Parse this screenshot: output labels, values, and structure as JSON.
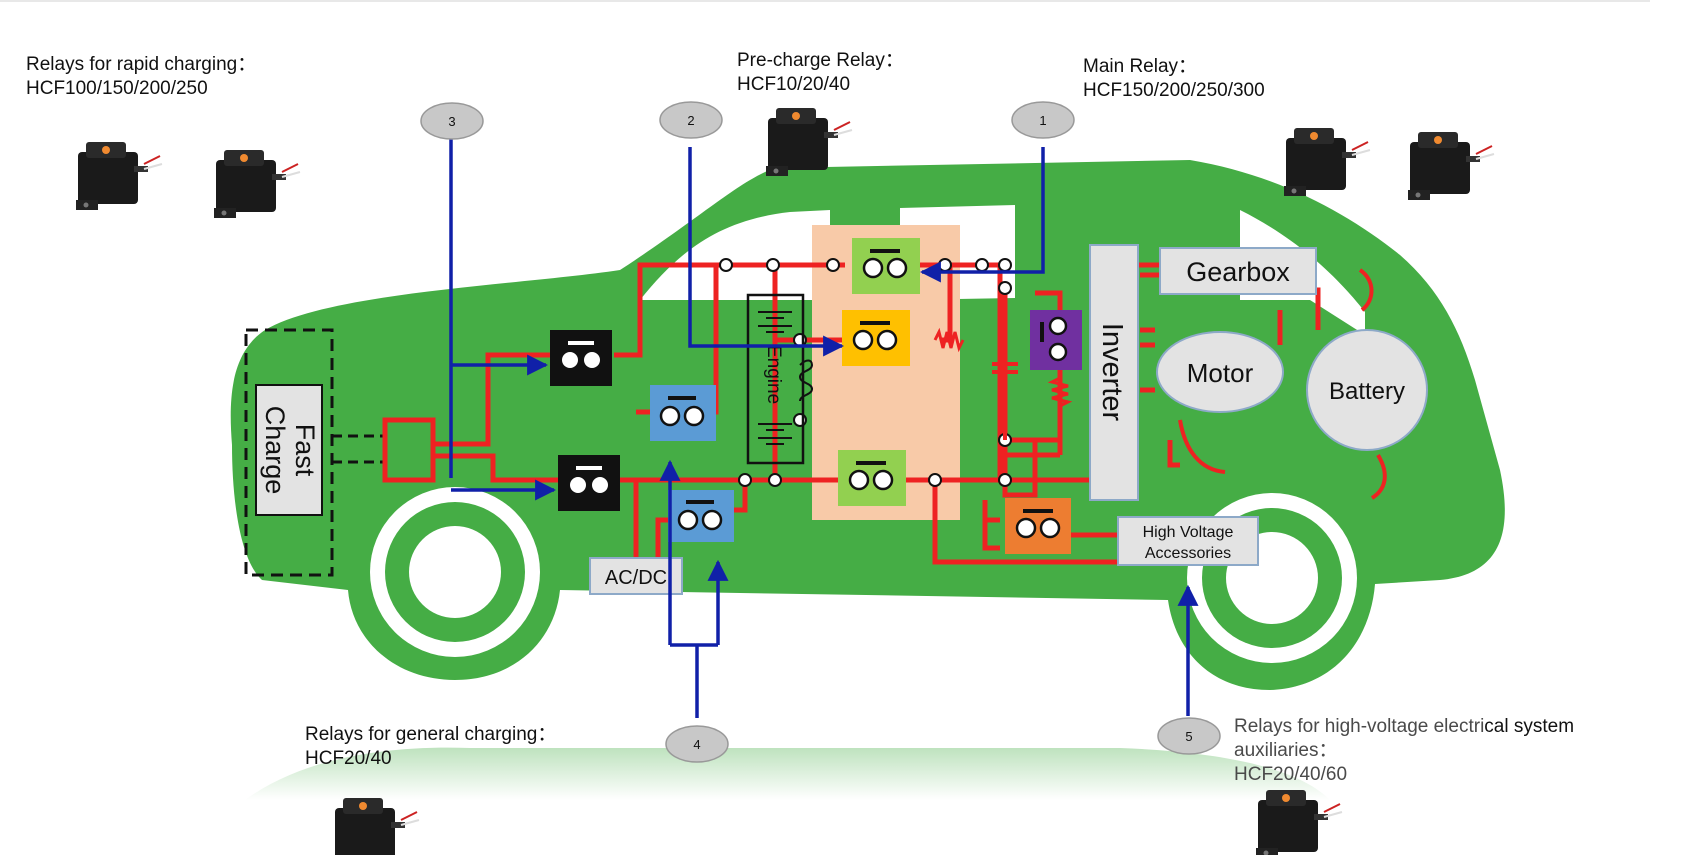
{
  "callouts": {
    "rapid": {
      "title": "Relays for rapid charging：",
      "models": "HCF100/150/200/250"
    },
    "precharge": {
      "title": "Pre-charge Relay：",
      "models": "HCF10/20/40"
    },
    "main": {
      "title": "Main Relay：",
      "models": "HCF150/200/250/300"
    },
    "general": {
      "title": "Relays for general charging：",
      "models": "HCF20/40"
    },
    "hv_aux": {
      "title_part1": "Relays for high-voltage electri",
      "title_part2": "cal system",
      "title_line2": "auxiliaries：",
      "models": "HCF20/40/60"
    }
  },
  "markers": [
    "1",
    "2",
    "3",
    "4",
    "5"
  ],
  "blocks": {
    "fast_charge_line1": "Fast",
    "fast_charge_line2": "Charge",
    "engine": "Engine",
    "inverter": "Inverter",
    "gearbox": "Gearbox",
    "motor": "Motor",
    "battery": "Battery",
    "acdc": "AC/DC",
    "hv_accessories_line1": "High Voltage",
    "hv_accessories_line2": "Accessories"
  },
  "colors": {
    "car_body": "#45ad45",
    "wire": "#ee2222",
    "pointer": "#1020a8",
    "relay_black": "#111111",
    "relay_blue": "#5b9bd5",
    "relay_green": "#92d050",
    "relay_yellow": "#ffc000",
    "relay_purple": "#7030a0",
    "relay_orange": "#ed7d31",
    "relay_zone": "#f8caa8",
    "block_fill": "#e3e3e3",
    "marker_fill": "#c8c8c8"
  }
}
